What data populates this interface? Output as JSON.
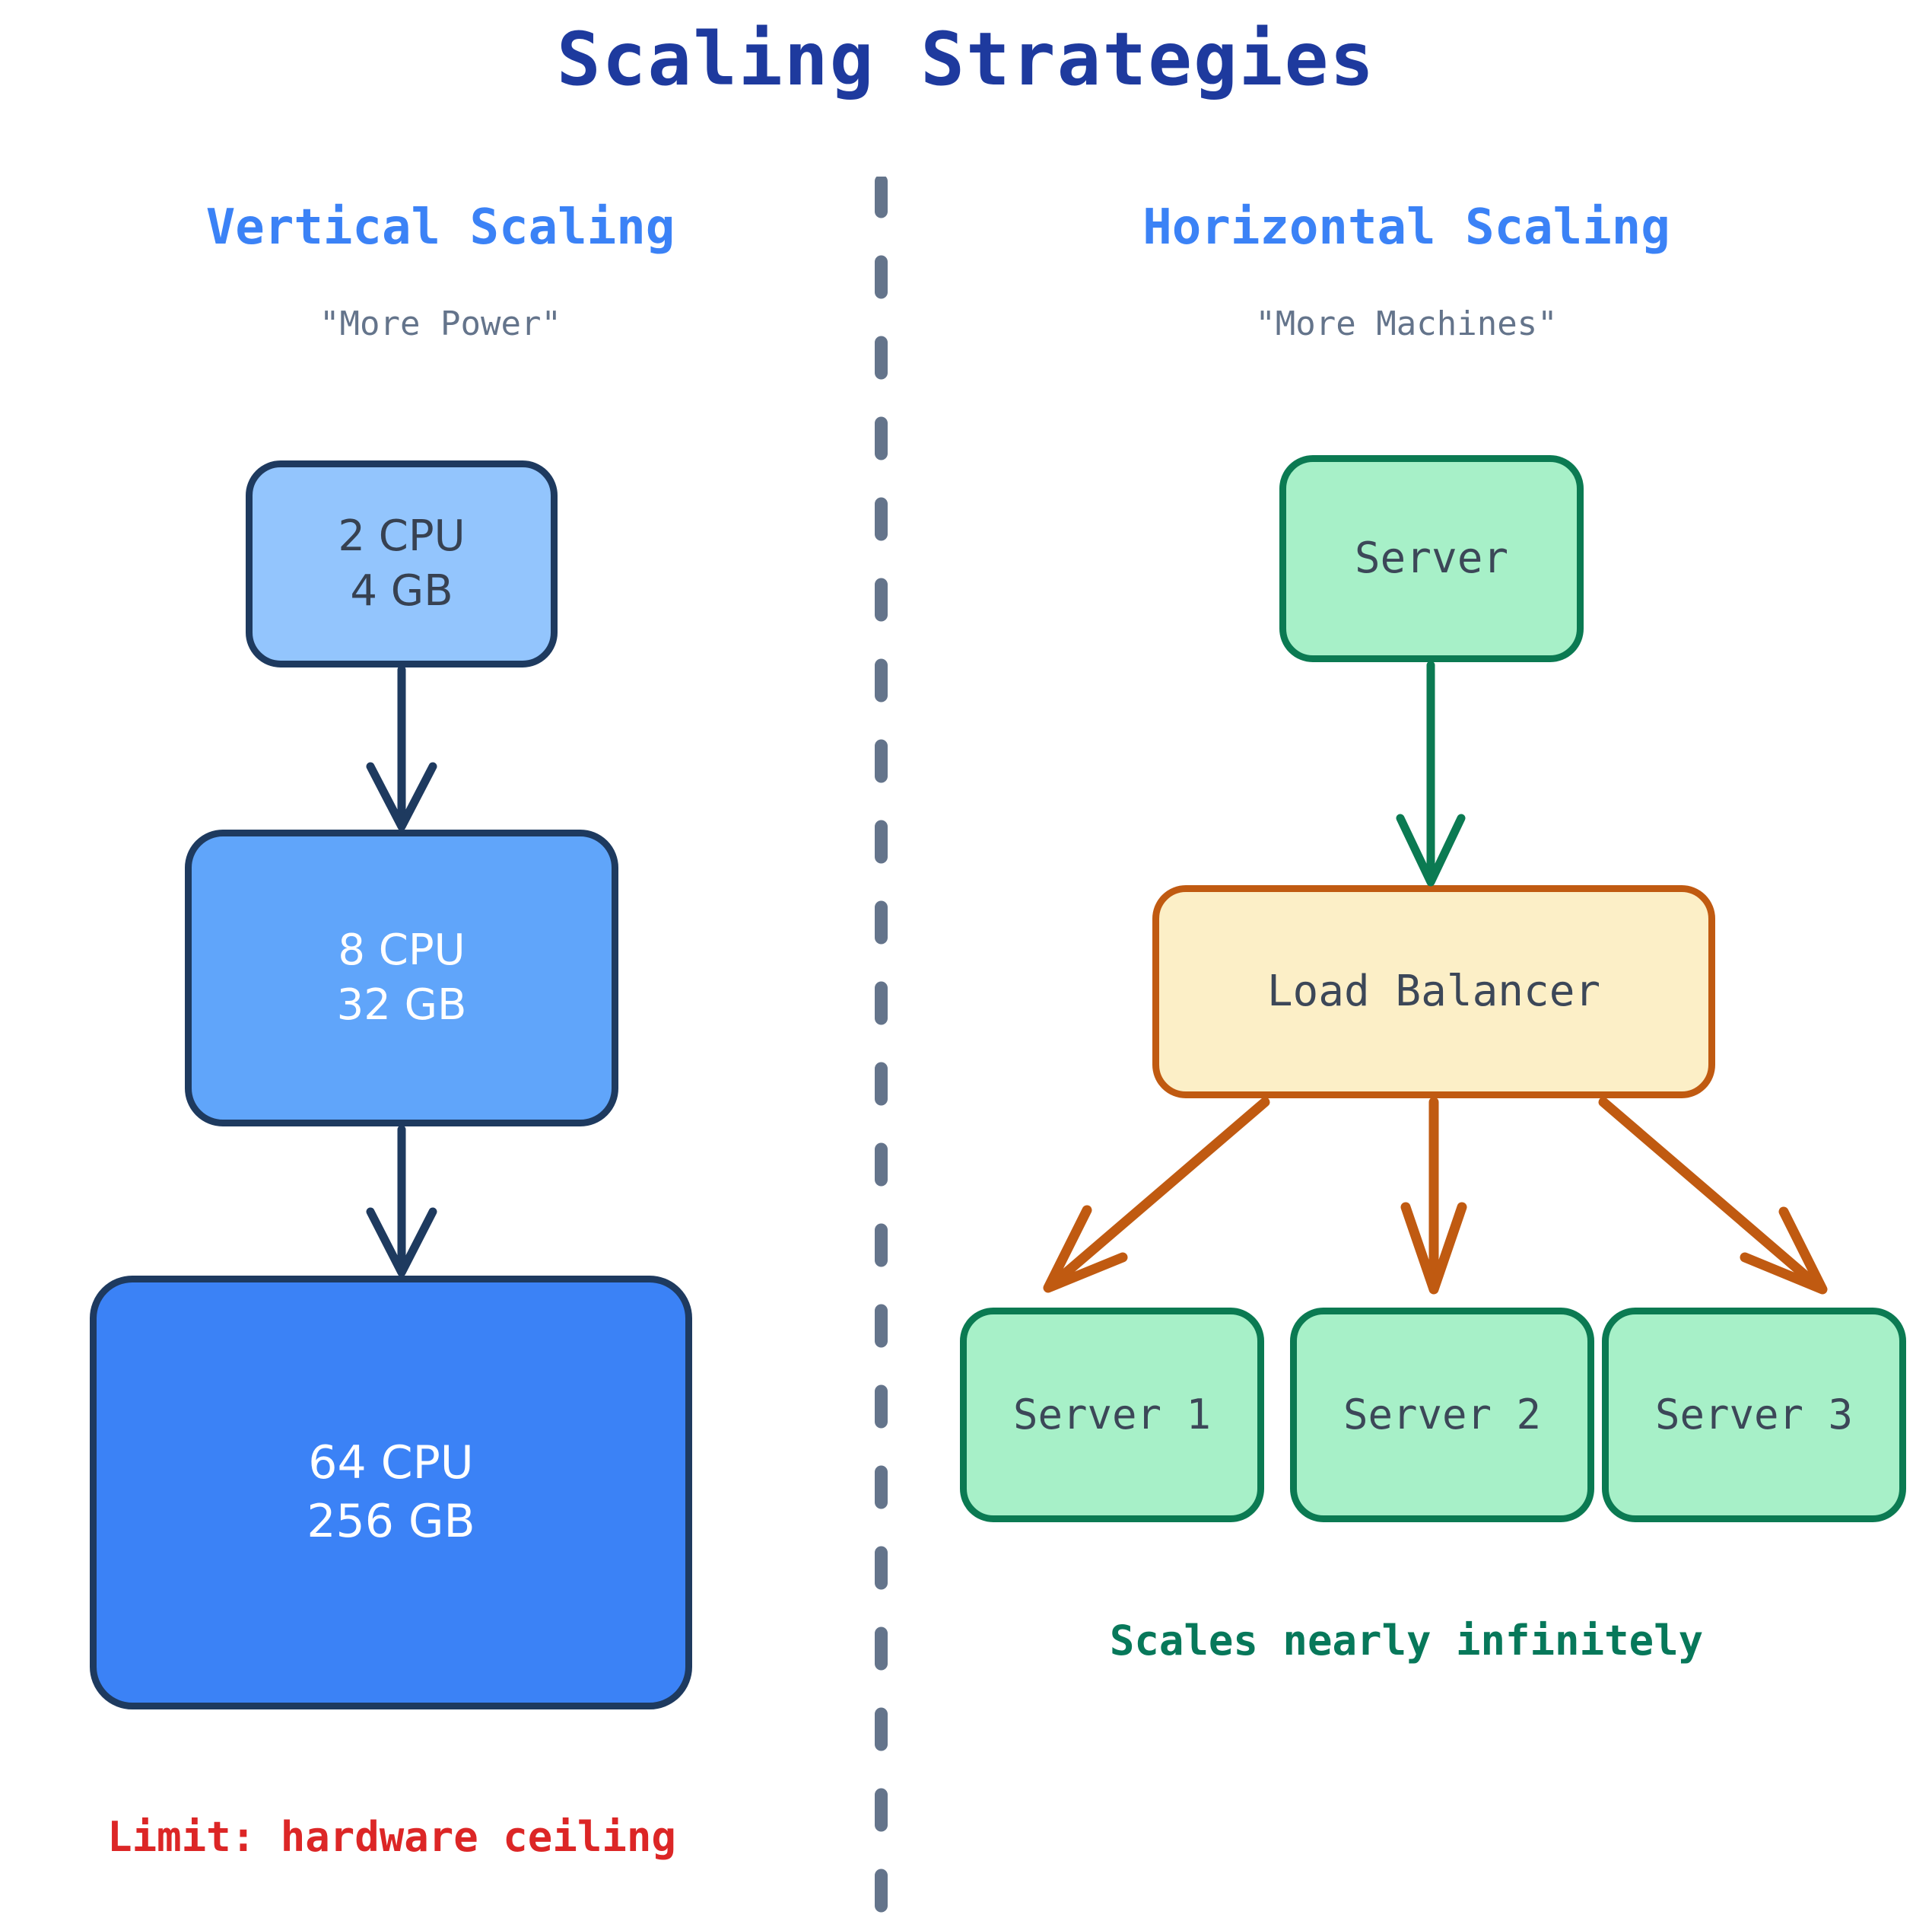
{
  "title": "Scaling Strategies",
  "divider": {
    "color": "#64748B",
    "style": "dashed-vertical"
  },
  "colors": {
    "title": "#1E3A9E",
    "column_title": "#3B82F6",
    "subtitle": "#64748B",
    "blue_border": "#1E3A5F",
    "blue_light": "#93C5FD",
    "blue_mid": "#60A5FA",
    "blue_strong": "#3B82F6",
    "green_fill": "#A7F0C8",
    "green_border": "#0B7A52",
    "green_text": "#07785A",
    "amber_fill": "#FCEFC7",
    "amber_border": "#C05A11",
    "red_text": "#DC2626",
    "node_text_dark": "#3C4758"
  },
  "left_column": {
    "title": "Vertical Scaling",
    "subtitle": "\"More Power\"",
    "nodes": [
      {
        "cpu": "2 CPU",
        "ram": "4 GB"
      },
      {
        "cpu": "8 CPU",
        "ram": "32 GB"
      },
      {
        "cpu": "64 CPU",
        "ram": "256 GB"
      }
    ],
    "footnote": "Limit: hardware ceiling"
  },
  "right_column": {
    "title": "Horizontal Scaling",
    "subtitle": "\"More Machines\"",
    "origin_server": "Server",
    "load_balancer": "Load Balancer",
    "servers": [
      "Server 1",
      "Server 2",
      "Server 3"
    ],
    "footnote": "Scales nearly infinitely"
  }
}
